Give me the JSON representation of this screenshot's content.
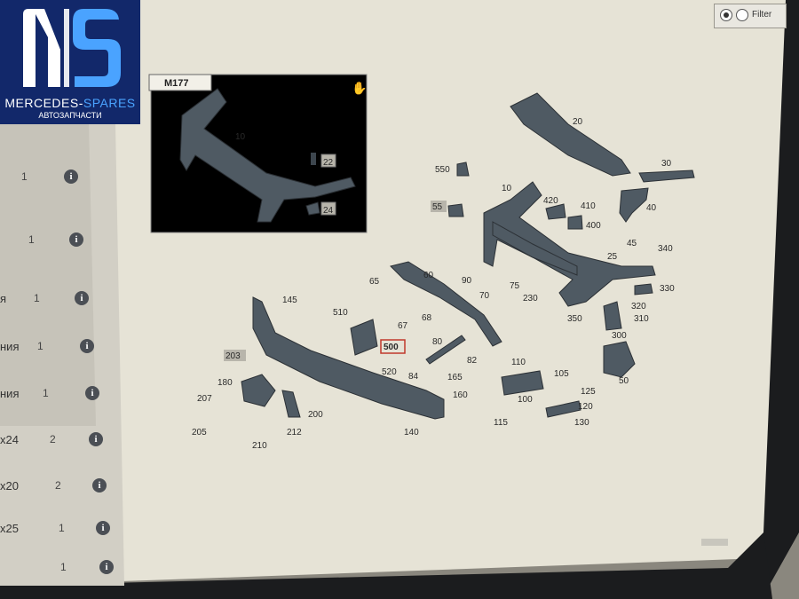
{
  "logo": {
    "letters": "MS",
    "brand_left": "MERCEDES-",
    "brand_right": "SPARES",
    "subtitle": "АВТОЗАПЧАСТИ"
  },
  "filter": {
    "label": "Filter"
  },
  "diagram_label": "M177",
  "inset_callouts": [
    "10",
    "22",
    "24"
  ],
  "callouts": [
    "20",
    "30",
    "10",
    "550",
    "55",
    "420",
    "410",
    "400",
    "40",
    "45",
    "340",
    "25",
    "60",
    "65",
    "90",
    "70",
    "75",
    "230",
    "320",
    "330",
    "350",
    "310",
    "145",
    "510",
    "67",
    "68",
    "500",
    "80",
    "82",
    "520",
    "84",
    "165",
    "160",
    "110",
    "105",
    "125",
    "100",
    "120",
    "115",
    "130",
    "300",
    "50",
    "203",
    "180",
    "207",
    "200",
    "205",
    "212",
    "210",
    "140"
  ],
  "list": {
    "rows": [
      {
        "text": "",
        "qty": "1"
      },
      {
        "text": "",
        "qty": "1"
      },
      {
        "text": "я",
        "qty": "1"
      },
      {
        "text": "ния",
        "qty": "1"
      },
      {
        "text": "ния",
        "qty": "1"
      },
      {
        "text": "x24",
        "qty": "2"
      },
      {
        "text": "x20",
        "qty": "2"
      },
      {
        "text": "x25",
        "qty": "1"
      },
      {
        "text": "",
        "qty": "1"
      }
    ],
    "info_glyph": "i"
  },
  "colors": {
    "logo_bg": "#12286a",
    "logo_accent": "#4aa3ff",
    "highlight": "#c0392b",
    "screen_bg": "#e6e3d6",
    "list_bg": "#d5d2c8",
    "bezel": "#1b1c1e"
  }
}
